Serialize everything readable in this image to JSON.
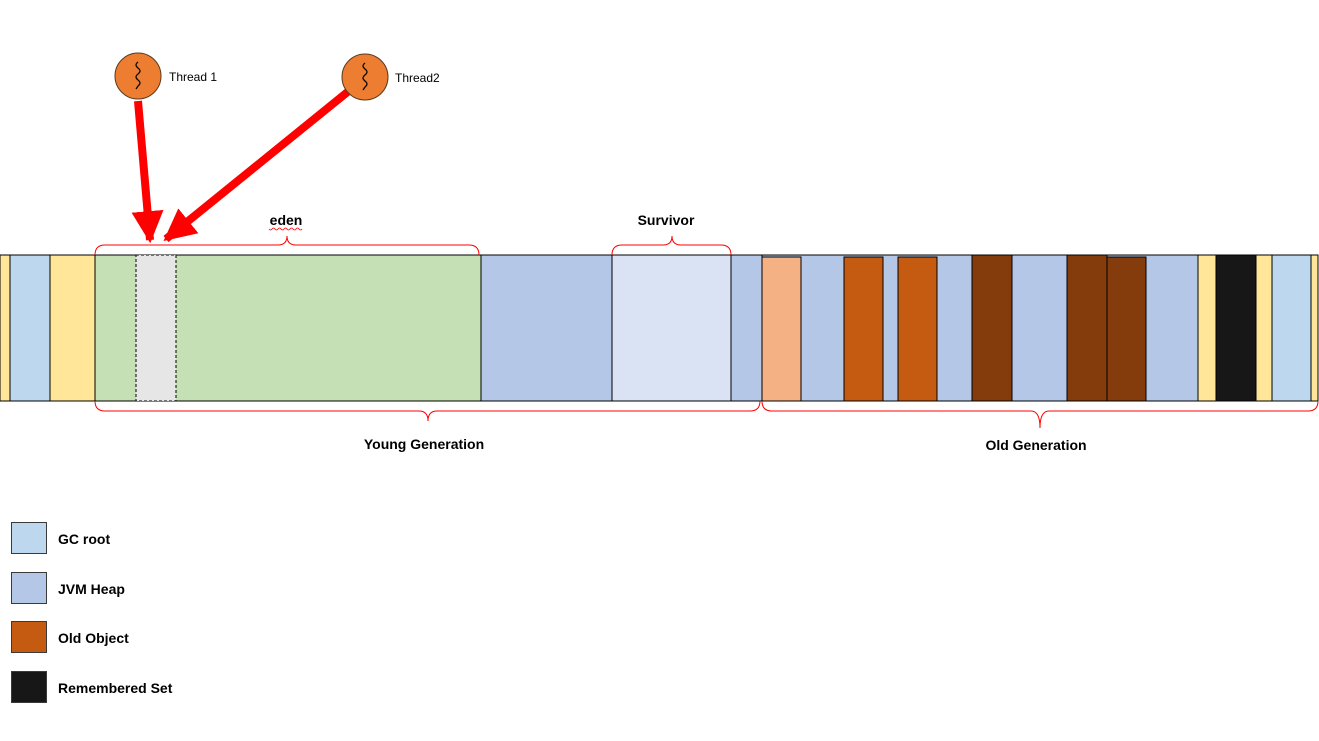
{
  "threads": [
    {
      "label": "Thread 1"
    },
    {
      "label": "Thread2"
    }
  ],
  "regions": {
    "eden": "eden",
    "survivor": "Survivor",
    "young_generation": "Young Generation",
    "old_generation": "Old Generation"
  },
  "legend": [
    {
      "label": "GC root",
      "color": "#bdd7ee"
    },
    {
      "label": "JVM Heap",
      "color": "#b4c7e7"
    },
    {
      "label": "Old Object",
      "color": "#c55a11"
    },
    {
      "label": "Remembered Set",
      "color": "#171717"
    }
  ],
  "colors": {
    "gc_root": "#bdd7ee",
    "jvm_heap": "#b4c7e7",
    "yellow_block": "#ffe699",
    "eden": "#c5e0b4",
    "tlab": "#e7e6e6",
    "survivor": "#dae3f3",
    "young_object_light": "#f4b183",
    "old_object": "#c55a11",
    "old_object_dark": "#843c0c",
    "remembered_set": "#171717",
    "thread": "#ed7d31",
    "arrow": "#ff0000",
    "brace": "#ff0000"
  }
}
